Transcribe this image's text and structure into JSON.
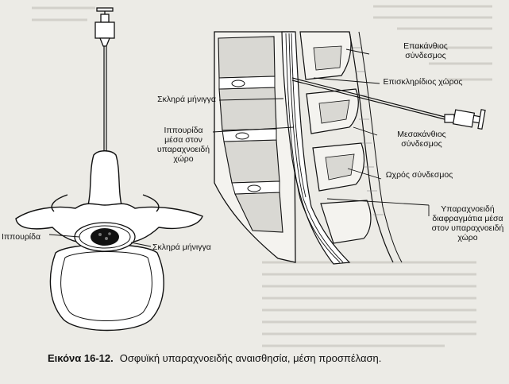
{
  "labels": {
    "epakanthios": "Επακάνθιος σύνδεσμος",
    "episkliridios": "Επισκληρίδιος χώρος",
    "sklira_top": "Σκληρά μήνιγγα",
    "ippourida_mesa": "Ιππουρίδα μέσα στον υπαραχνοειδή χώρο",
    "mesakanthios": "Μεσακάνθιος σύνδεσμος",
    "ochros": "Ωχρός σύνδεσμος",
    "ypar_diafragmatia": "Υπαραχνοειδή διαφραγμάτια μέσα στον υπαραχνοειδή χώρο",
    "ippourida_left": "Ιππουρίδα",
    "sklira_bottom": "Σκληρά μήνιγγα"
  },
  "caption": {
    "number": "Εικόνα 16-12.",
    "text": "Οσφυϊκή υπαραχνοειδής αναισθησία, μέση προσπέλαση."
  }
}
